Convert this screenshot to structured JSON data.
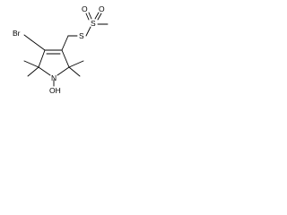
{
  "structure": {
    "atoms": {
      "br": "Br",
      "s_thio": "S",
      "s_sulfonyl": "S",
      "o_top_left": "O",
      "o_top_right": "O",
      "n": "N",
      "oh": "OH"
    },
    "colors": {
      "bond": "#000000",
      "label": "#000000",
      "background": "#ffffff"
    }
  }
}
